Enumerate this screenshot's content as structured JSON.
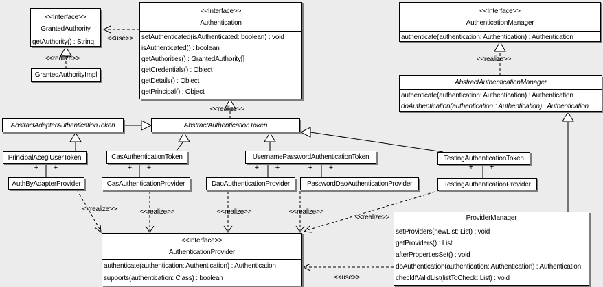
{
  "labels": {
    "use": "<<use>>",
    "realize": "<<realize>>",
    "plus": "+",
    "interface_stereotype": "<<Interface>>"
  },
  "colors": {
    "background": "#ececec",
    "box_fill": "#ffffff",
    "box_border": "#000000",
    "shadow": "#7e7e7e"
  },
  "classes": {
    "granted_authority": {
      "stereotype": "<<Interface>>",
      "name": "GrantedAuthority",
      "methods": [
        "getAuthority() : String"
      ]
    },
    "granted_authority_impl": {
      "name": "GrantedAuthorityImpl"
    },
    "authentication": {
      "stereotype": "<<Interface>>",
      "name": "Authentication",
      "methods": [
        "setAuthenticated(isAuthenticated: boolean) : void",
        "isAuthenticated() : boolean",
        "getAuthorities() : GrantedAuthority[]",
        "getCredentials() : Object",
        "getDetails() : Object",
        "getPrincipal() : Object"
      ]
    },
    "authentication_manager": {
      "stereotype": "<<Interface>>",
      "name": "AuthenticationManager",
      "methods": [
        "authenticate(authentication: Authentication) : Authentication"
      ]
    },
    "abstract_authentication_manager": {
      "name": "AbstractAuthenticationManager",
      "methods": [
        "authenticate(authentication: Authentication) : Authentication",
        "doAuthentication(authentication : Authentication) : Authentication"
      ]
    },
    "abstract_adapter_authentication_token": {
      "name": "AbstractAdapterAuthenticationToken"
    },
    "abstract_authentication_token": {
      "name": "AbstractAuthenticationToken"
    },
    "principal_acegi_user_token": {
      "name": "PrincipalAcegiUserToken"
    },
    "cas_authentication_token": {
      "name": "CasAuthenticationToken"
    },
    "username_password_authentication_token": {
      "name": "UsernamePasswordAuthenticationToken"
    },
    "testing_authentication_token": {
      "name": "TestingAuthenticationToken"
    },
    "auth_by_adapter_provider": {
      "name": "AuthByAdapterProvider"
    },
    "cas_authentication_provider": {
      "name": "CasAuthenticationProvider"
    },
    "dao_authentication_provider": {
      "name": "DaoAuthenticationProvider"
    },
    "password_dao_authentication_provider": {
      "name": "PasswordDaoAuthenticationProvider"
    },
    "testing_authentication_provider": {
      "name": "TestingAuthenticationProvider"
    },
    "provider_manager": {
      "name": "ProviderManager",
      "methods": [
        "setProviders(newList: List) : void",
        "getProviders() : List",
        "afterPropertiesSet() : void",
        "doAuthentication(authentication: Authentication) : Authentication",
        "checkIfValidList(listToCheck: List) : void"
      ]
    },
    "authentication_provider": {
      "stereotype": "<<Interface>>",
      "name": "AuthenticationProvider",
      "methods": [
        "authenticate(authentication: Authentication) : Authentication",
        "supports(authentication: Class) : boolean"
      ]
    }
  }
}
